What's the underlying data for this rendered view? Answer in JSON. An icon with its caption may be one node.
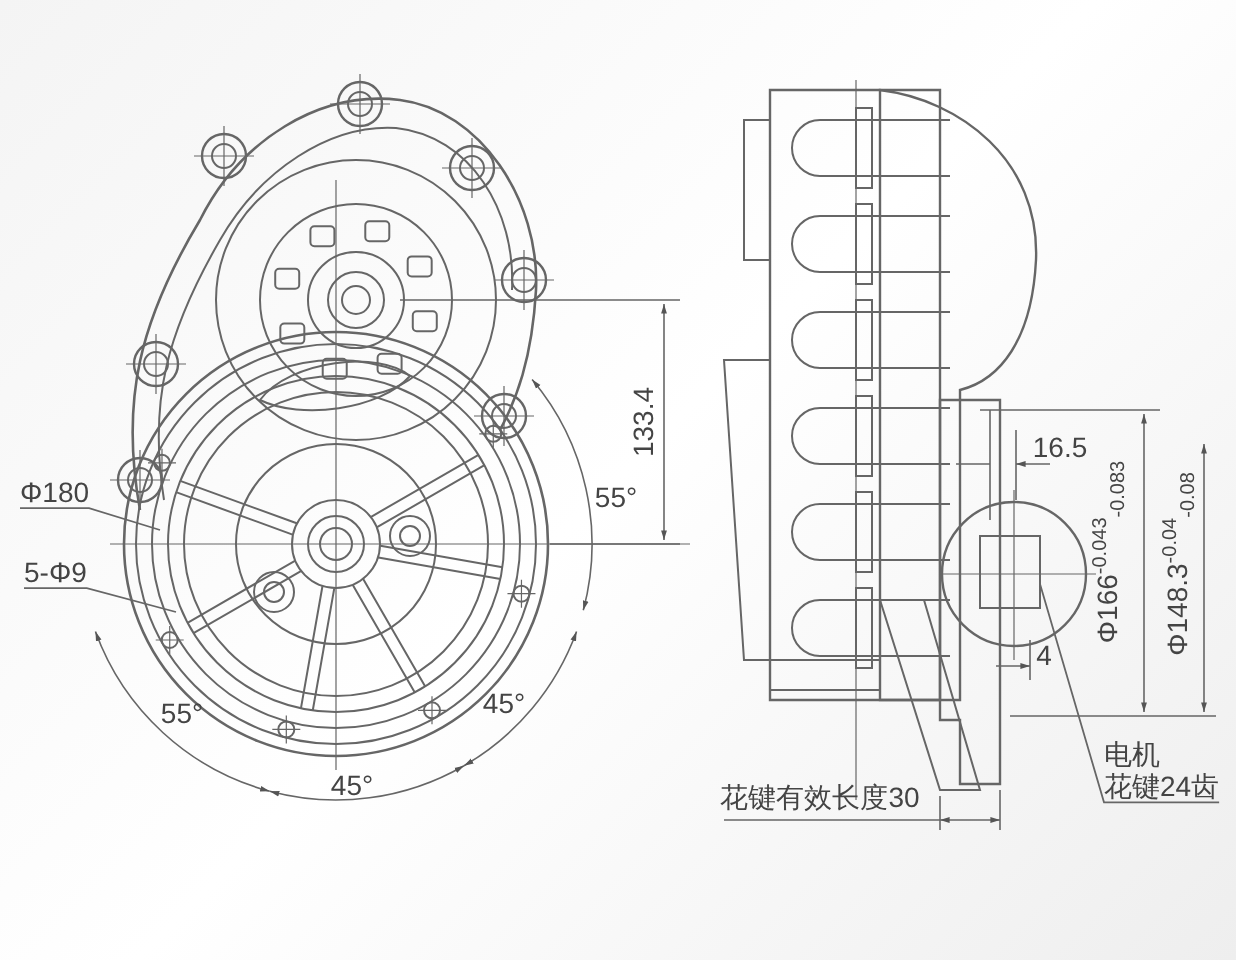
{
  "diagram": {
    "nodes": [
      {
        "text": [
          "Φ180"
        ]
      },
      {
        "text": [
          "5-Φ9"
        ]
      },
      {
        "text": [
          "电机",
          "花键24齿"
        ]
      }
    ],
    "edges": [
      {
        "from": 0,
        "to": null,
        "arrow": "none"
      },
      {
        "from": 1,
        "to": null,
        "arrow": "none"
      },
      {
        "from": 2,
        "to": null,
        "arrow": "none"
      }
    ],
    "labels": [
      "133.4",
      "16.5",
      "55°",
      "Φ166$^{-0.043}$$_{-0.083}$",
      "Φ148.3$^{-0.04}$$_{-0.08}$",
      "4",
      "45°",
      "55°",
      "45°",
      "花键有效长度30"
    ]
  }
}
